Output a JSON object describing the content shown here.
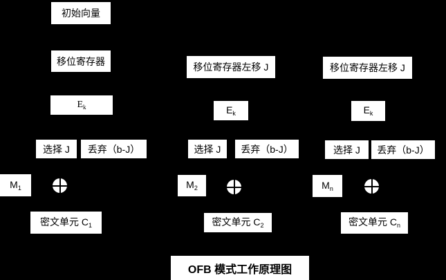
{
  "colors": {
    "background": "#000000",
    "box_fill": "#ffffff",
    "text": "#000000"
  },
  "title": {
    "text": "OFB 模式工作原理图"
  },
  "columns": [
    {
      "initial_vector": "初始向量",
      "shift_register": "移位寄存器",
      "encrypt": {
        "base": "E",
        "sub": "k"
      },
      "select": "选择 J",
      "discard": "丢弃（b-J）",
      "message": {
        "base": "M",
        "sub": "1"
      },
      "xor_icon": "xor-circle-plus",
      "cipher_unit": {
        "base": "密文单元 C",
        "sub": "1"
      }
    },
    {
      "shift_register": "移位寄存器左移 J",
      "encrypt": {
        "base": "E",
        "sub": "k"
      },
      "select": "选择 J",
      "discard": "丢弃（b-J）",
      "message": {
        "base": "M",
        "sub": "2"
      },
      "xor_icon": "xor-circle-plus",
      "cipher_unit": {
        "base": "密文单元 C",
        "sub": "2"
      }
    },
    {
      "shift_register": "移位寄存器左移 J",
      "encrypt": {
        "base": "E",
        "sub": "k"
      },
      "select": "选择 J",
      "discard": "丢弃（b-J）",
      "message": {
        "base": "M",
        "sub": "n"
      },
      "xor_icon": "xor-circle-plus",
      "cipher_unit": {
        "base": "密文单元 C",
        "sub": "n"
      }
    }
  ]
}
